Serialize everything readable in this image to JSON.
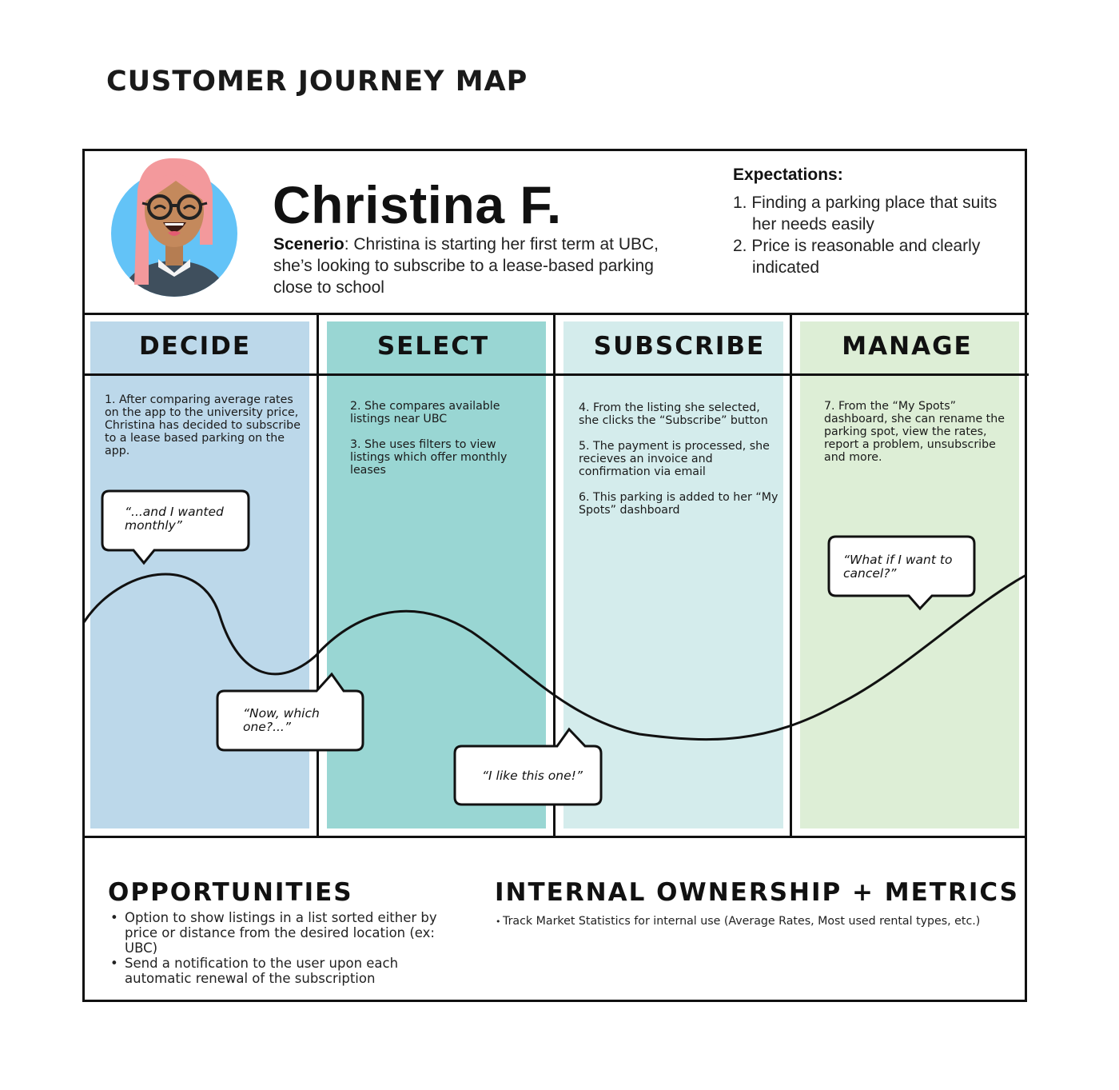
{
  "title": "CUSTOMER JOURNEY MAP",
  "persona": {
    "name": "Christina F.",
    "scenario_label": "Scenerio",
    "scenario_text": ": Christina is starting her first term at UBC, she’s looking to subscribe to a lease-based parking close to school",
    "expectations_title": "Expectations:",
    "expectations": [
      "1. Finding a parking place that suits her needs easily",
      "2. Price is reasonable and clearly indicated"
    ]
  },
  "stages": [
    {
      "title": "DECIDE",
      "color": "#bcd8ea",
      "steps": [
        "1. After comparing average rates on the app to the university price, Christina has decided to subscribe to a lease based parking on the app."
      ]
    },
    {
      "title": "SELECT",
      "color": "#99d6d3",
      "steps": [
        "2. She compares available listings near UBC",
        "3. She uses filters to view listings which offer monthly leases"
      ]
    },
    {
      "title": "SUBSCRIBE",
      "color": "#d4ecec",
      "steps": [
        "4. From the listing she selected, she clicks the “Subscribe” button",
        "5. The payment is processed, she recieves an invoice and confirmation via email",
        "6. This parking is added to her “My Spots” dashboard"
      ]
    },
    {
      "title": "MANAGE",
      "color": "#ddeed6",
      "steps": [
        "7. From the “My Spots” dashboard, she can rename the parking spot, view the rates, report a problem, unsubscribe and more."
      ]
    }
  ],
  "quotes": [
    "“...and I wanted monthly”",
    "“Now, which one?...”",
    "“I like this one!”",
    "“What if I want to cancel?”"
  ],
  "opportunities": {
    "title": "OPPORTUNITIES",
    "items": [
      "Option to show listings in a list sorted either by price or distance from the desired location (ex: UBC)",
      "Send a notification to the user upon each automatic renewal of the subscription"
    ]
  },
  "metrics": {
    "title": "INTERNAL OWNERSHIP + METRICS",
    "items": [
      "Track Market Statistics for internal use (Average Rates, Most used rental types, etc.)"
    ]
  },
  "icons": {
    "avatar": "avatar-icon"
  }
}
